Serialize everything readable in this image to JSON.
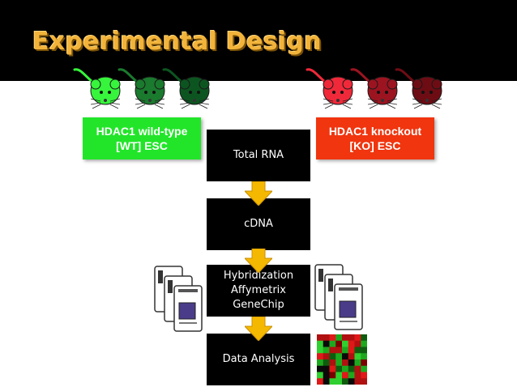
{
  "slide": {
    "title": "Experimental Design"
  },
  "groups": {
    "wild_type": {
      "label": "HDAC1 wild-type\n[WT] ESC",
      "colors": [
        "#36f53c",
        "#1a7a2e",
        "#0c5520"
      ]
    },
    "knockout": {
      "label": "HDAC1 knockout\n[KO] ESC",
      "colors": [
        "#f0293a",
        "#9c1420",
        "#6e0c14"
      ]
    }
  },
  "workflow": {
    "steps": [
      {
        "label": "Total RNA"
      },
      {
        "label": "cDNA"
      },
      {
        "label": "Hybridization\nAffymetrix\nGeneChip"
      },
      {
        "label": "Data Analysis"
      }
    ]
  },
  "colors": {
    "title": "#f2b33a",
    "band": "#000000",
    "step_bg": "#000000",
    "arrow": "#f5b800",
    "wt_label_bg": "#22e52a",
    "ko_label_bg": "#f0350f"
  },
  "icons": [
    "mouse-icon",
    "genechip-icon",
    "heatmap-icon",
    "down-arrow-icon"
  ]
}
